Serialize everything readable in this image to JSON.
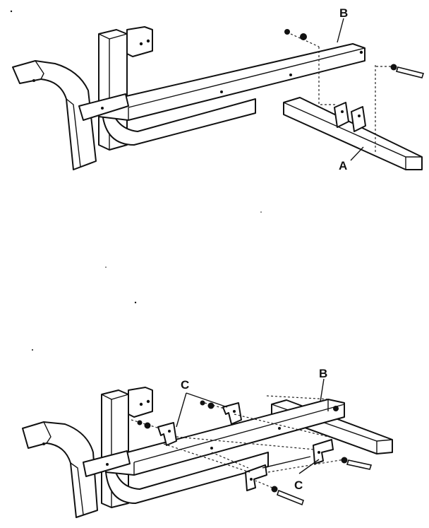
{
  "labels": {
    "top_b": "B",
    "top_a": "A",
    "bottom_c_left": "C",
    "bottom_b": "B",
    "bottom_c_right": "C"
  },
  "colors": {
    "ink": "#111111",
    "paper": "#ffffff"
  }
}
